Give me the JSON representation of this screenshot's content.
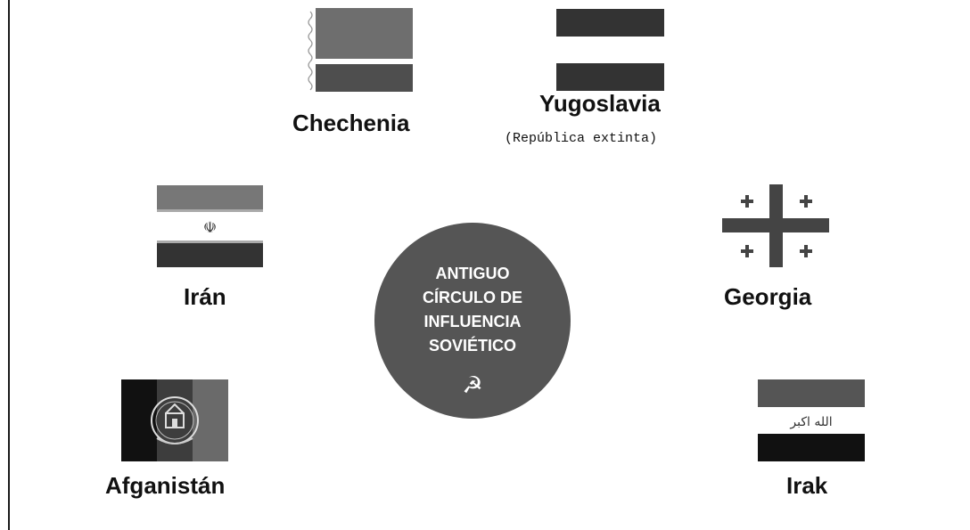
{
  "center": {
    "lines": [
      "ANTIGUO",
      "CÍRCULO DE",
      "INFLUENCIA",
      "SOVIÉTICO"
    ],
    "icon": "hammer-sickle-icon",
    "icon_glyph": "☭",
    "fill": "#555555"
  },
  "nodes": {
    "chechenia": {
      "label": "Chechenia",
      "flag_icon": "chechnya-flag-icon"
    },
    "yugoslavia": {
      "label": "Yugoslavia",
      "note": "(República extinta)",
      "flag_icon": "yugoslavia-flag-icon"
    },
    "iran": {
      "label": "Irán",
      "flag_icon": "iran-flag-icon",
      "emblem": "☫"
    },
    "georgia": {
      "label": "Georgia",
      "flag_icon": "georgia-flag-icon"
    },
    "afganistan": {
      "label": "Afganistán",
      "flag_icon": "afghanistan-flag-icon"
    },
    "irak": {
      "label": "Irak",
      "flag_icon": "iraq-flag-icon",
      "script": "الله اكبر"
    }
  },
  "colors": {
    "dark": "#333333",
    "mid": "#555555",
    "light": "#777777",
    "white": "#ffffff"
  }
}
